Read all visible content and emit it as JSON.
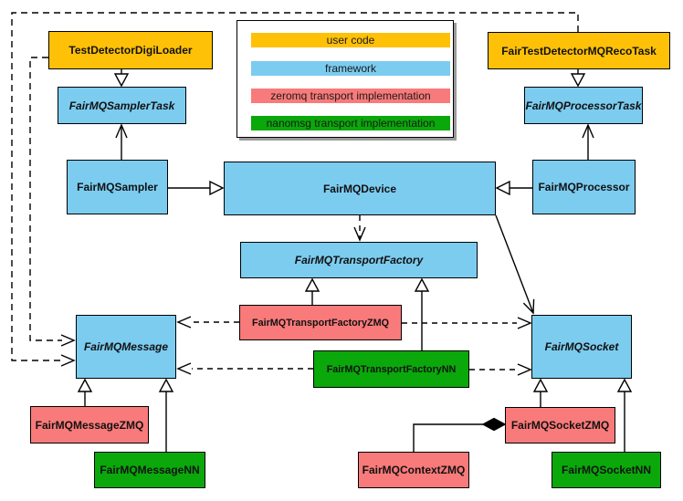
{
  "categories": {
    "user": {
      "label": "user code",
      "color": "#FFC107"
    },
    "framework": {
      "label": "framework",
      "color": "#7CCCF0"
    },
    "zeromq": {
      "label": "zeromq transport implementation",
      "color": "#F97A7A"
    },
    "nanomsg": {
      "label": "nanomsg transport implementation",
      "color": "#0AA80A"
    }
  },
  "legend": {
    "items": [
      {
        "label": "user code",
        "category": "user"
      },
      {
        "label": "framework",
        "category": "framework"
      },
      {
        "label": "zeromq transport implementation",
        "category": "zeromq"
      },
      {
        "label": "nanomsg transport implementation",
        "category": "nanomsg"
      }
    ]
  },
  "nodes": {
    "testDetectorDigiLoader": {
      "label": "TestDetectorDigiLoader",
      "category": "user",
      "abstract": false
    },
    "fairTestDetectorMQRecoTask": {
      "label": "FairTestDetectorMQRecoTask",
      "category": "user",
      "abstract": false
    },
    "fairMQSamplerTask": {
      "label": "FairMQSamplerTask",
      "category": "framework",
      "abstract": true
    },
    "fairMQProcessorTask": {
      "label": "FairMQProcessorTask",
      "category": "framework",
      "abstract": true
    },
    "fairMQSampler": {
      "label": "FairMQSampler",
      "category": "framework",
      "abstract": false
    },
    "fairMQDevice": {
      "label": "FairMQDevice",
      "category": "framework",
      "abstract": false
    },
    "fairMQProcessor": {
      "label": "FairMQProcessor",
      "category": "framework",
      "abstract": false
    },
    "fairMQTransportFactory": {
      "label": "FairMQTransportFactory",
      "category": "framework",
      "abstract": true
    },
    "fairMQTransportFactoryZMQ": {
      "label": "FairMQTransportFactoryZMQ",
      "category": "zeromq",
      "abstract": false
    },
    "fairMQTransportFactoryNN": {
      "label": "FairMQTransportFactoryNN",
      "category": "nanomsg",
      "abstract": false
    },
    "fairMQMessage": {
      "label": "FairMQMessage",
      "category": "framework",
      "abstract": true
    },
    "fairMQSocket": {
      "label": "FairMQSocket",
      "category": "framework",
      "abstract": true
    },
    "fairMQMessageZMQ": {
      "label": "FairMQMessageZMQ",
      "category": "zeromq",
      "abstract": false
    },
    "fairMQMessageNN": {
      "label": "FairMQMessageNN",
      "category": "nanomsg",
      "abstract": false
    },
    "fairMQSocketZMQ": {
      "label": "FairMQSocketZMQ",
      "category": "zeromq",
      "abstract": false
    },
    "fairMQSocketNN": {
      "label": "FairMQSocketNN",
      "category": "nanomsg",
      "abstract": false
    },
    "fairMQContextZMQ": {
      "label": "FairMQContextZMQ",
      "category": "zeromq",
      "abstract": false
    }
  },
  "edges": [
    {
      "from": "TestDetectorDigiLoader",
      "to": "FairMQSamplerTask",
      "type": "inheritance"
    },
    {
      "from": "FairTestDetectorMQRecoTask",
      "to": "FairMQProcessorTask",
      "type": "inheritance"
    },
    {
      "from": "FairMQSampler",
      "to": "FairMQSamplerTask",
      "type": "association-open-arrow"
    },
    {
      "from": "FairMQProcessor",
      "to": "FairMQProcessorTask",
      "type": "association-open-arrow"
    },
    {
      "from": "FairMQSampler",
      "to": "FairMQDevice",
      "type": "inheritance"
    },
    {
      "from": "FairMQProcessor",
      "to": "FairMQDevice",
      "type": "inheritance"
    },
    {
      "from": "FairMQDevice",
      "to": "FairMQTransportFactory",
      "type": "dashed-dependency"
    },
    {
      "from": "FairMQDevice",
      "to": "FairMQSocket",
      "type": "association-open-arrow"
    },
    {
      "from": "FairMQTransportFactoryZMQ",
      "to": "FairMQTransportFactory",
      "type": "inheritance"
    },
    {
      "from": "FairMQTransportFactoryNN",
      "to": "FairMQTransportFactory",
      "type": "inheritance"
    },
    {
      "from": "FairMQTransportFactoryZMQ",
      "to": "FairMQMessage",
      "type": "dashed-dependency"
    },
    {
      "from": "FairMQTransportFactoryZMQ",
      "to": "FairMQSocket",
      "type": "dashed-dependency"
    },
    {
      "from": "FairMQTransportFactoryNN",
      "to": "FairMQMessage",
      "type": "dashed-dependency"
    },
    {
      "from": "FairMQTransportFactoryNN",
      "to": "FairMQSocket",
      "type": "dashed-dependency"
    },
    {
      "from": "TestDetectorDigiLoader",
      "to": "FairMQMessage",
      "type": "dashed-dependency"
    },
    {
      "from": "FairTestDetectorMQRecoTask",
      "to": "FairMQMessage",
      "type": "dashed-dependency"
    },
    {
      "from": "FairMQMessageZMQ",
      "to": "FairMQMessage",
      "type": "inheritance"
    },
    {
      "from": "FairMQMessageNN",
      "to": "FairMQMessage",
      "type": "inheritance"
    },
    {
      "from": "FairMQSocketZMQ",
      "to": "FairMQSocket",
      "type": "inheritance"
    },
    {
      "from": "FairMQSocketNN",
      "to": "FairMQSocket",
      "type": "inheritance"
    },
    {
      "from": "FairMQContextZMQ",
      "to": "FairMQSocketZMQ",
      "type": "composition"
    }
  ]
}
